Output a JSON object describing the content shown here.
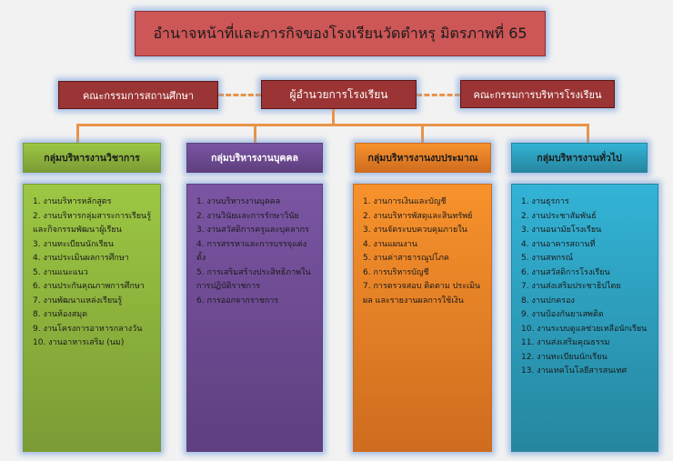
{
  "title": "อำนาจหน้าที่และภารกิจของโรงเรียนวัดตำหรุ มิตรภาพที่ 65",
  "row2": {
    "left": "คณะกรรมการสถานศึกษา",
    "center": "ผู้อำนวยการโรงเรียน",
    "right": "คณะกรรมการบริหารโรงเรียน"
  },
  "groups": [
    {
      "title": "กลุ่มบริหารงานวิชาการ",
      "color": "#8db33a",
      "items": [
        "1. งานบริหารหลักสูตร",
        "2. งานบริหารกลุ่มสาระการเรียนรู้ และกิจกรรมพัฒนาผู้เรียน",
        "3. งานทะเบียนนักเรียน",
        "4. งานประเมินผลการศึกษา",
        "5. งานแนะแนว",
        "6. งานประกันคุณภาพการศึกษา",
        "7. งานพัฒนาแหล่งเรียนรู้",
        "8. งานห้องสมุด",
        "9. งานโครงการอาหารกลางวัน",
        "10. งานอาหารเสริม (นม)"
      ]
    },
    {
      "title": "กลุ่มบริหารงานบุคคล",
      "color": "#6f4a91",
      "items": [
        "1. งานบริหารงานบุคคล",
        "2. งานวินัยและการรักษาวินัย",
        "3. งานสวัสดิการครูและบุคลากร",
        "4. การสรรหาและการบรรจุแต่งตั้ง",
        "5. การเสริมสร้างประสิทธิภาพในการปฏิบัติราชการ",
        "6. การออกจากราชการ"
      ]
    },
    {
      "title": "กลุ่มบริหารงานงบประมาณ",
      "color": "#ec8326",
      "items": [
        "1. งานการเงินและบัญชี",
        "2. งานบริหารพัสดุและสินทรัพย์",
        "3. งานจัดระบบควบคุมภายใน",
        "4. งานแผนงาน",
        "5. งานค่าสาธารณูปโภค",
        "6. การบริหารบัญชี",
        "7. การตรวจสอบ ติดตาม ประเมินผล และรายงานผลการใช้เงิน"
      ]
    },
    {
      "title": "กลุ่มบริหารงานทั่วไป",
      "color": "#2ea2c4",
      "items": [
        "1. งานธุรการ",
        "2. งานประชาสัมพันธ์",
        "3. งานอนามัยโรงเรียน",
        "4. งานอาคารสถานที่",
        "5. งานสหกรณ์",
        "6. งานสวัสดิการโรงเรียน",
        "7. งานส่งเสริมประชาธิปไตย",
        "8. งานปกครอง",
        "9. งานป้องกันยาเสพติด",
        "10. งานระบบดูแลช่วยเหลือนักเรียน",
        "11. งานส่งเสริมคุณธรรม",
        "12. งานทะเบียนนักเรียน",
        "13. งานเทคโนโลยีสารสนเทศ"
      ]
    }
  ]
}
